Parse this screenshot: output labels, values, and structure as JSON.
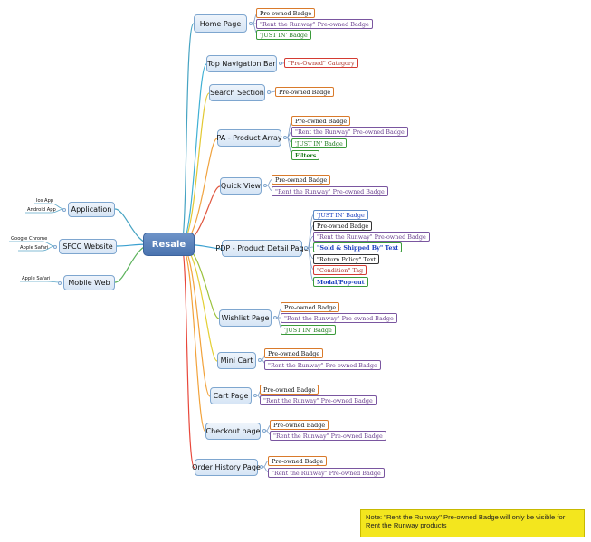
{
  "root": "Resale",
  "left_branches": [
    {
      "label": "Application",
      "sources": [
        "Ios App",
        "Android App"
      ]
    },
    {
      "label": "SFCC Website",
      "sources": [
        "Google Chrome",
        "Apple Safari"
      ]
    },
    {
      "label": "Mobile Web",
      "sources": [
        "Apple Safari"
      ]
    }
  ],
  "right_branches": [
    {
      "label": "Home Page",
      "leaves": [
        "Pre-owned Badge",
        "\"Rent the Runway\" Pre-owned Badge",
        "'JUST IN' Badge"
      ]
    },
    {
      "label": "Top Navigation Bar",
      "leaves": [
        "\"Pre-Owned\" Category"
      ]
    },
    {
      "label": "Search Section",
      "leaves": [
        "Pre-owned Badge"
      ]
    },
    {
      "label": "PA - Product Array",
      "leaves": [
        "Pre-owned Badge",
        "\"Rent the Runway\" Pre-owned Badge",
        "'JUST IN' Badge",
        "Filters"
      ]
    },
    {
      "label": "Quick View",
      "leaves": [
        "Pre-owned Badge",
        "\"Rent the Runway\" Pre-owned Badge"
      ]
    },
    {
      "label": "PDP - Product Detail Page",
      "leaves": [
        "'JUST IN' Badge",
        "Pre-owned Badge",
        "\"Rent the Runway\" Pre-owned Badge",
        "\"Sold & Shipped By\" Text",
        "\"Return Policy\" Text",
        "\"Condition\" Tag",
        "Modal/Pop-out"
      ]
    },
    {
      "label": "Wishlist Page",
      "leaves": [
        "Pre-owned Badge",
        "\"Rent the Runway\" Pre-owned Badge",
        "'JUST IN' Badge"
      ]
    },
    {
      "label": "Mini Cart",
      "leaves": [
        "Pre-owned Badge",
        "\"Rent the Runway\" Pre-owned Badge"
      ]
    },
    {
      "label": "Cart Page",
      "leaves": [
        "Pre-owned Badge",
        "\"Rent the Runway\" Pre-owned Badge"
      ]
    },
    {
      "label": "Checkout page",
      "leaves": [
        "Pre-owned Badge",
        "\"Rent the Runway\" Pre-owned Badge"
      ]
    },
    {
      "label": "Order History Page",
      "leaves": [
        "Pre-owned Badge",
        "\"Rent the Runway\" Pre-owned Badge"
      ]
    }
  ],
  "note": "Note: \"Rent the Runway\" Pre-owned Badge will only be visible for Rent the Runway products",
  "colors": {
    "root_fill": "#4b74b0",
    "node_fill": "#dde9f6",
    "note_fill": "#f3e61e",
    "badge_orange": "#d97a2b",
    "badge_purple": "#7a56a0",
    "badge_green": "#3a9a3a",
    "badge_red": "#d43b32",
    "badge_blue": "#2e5bd8"
  }
}
